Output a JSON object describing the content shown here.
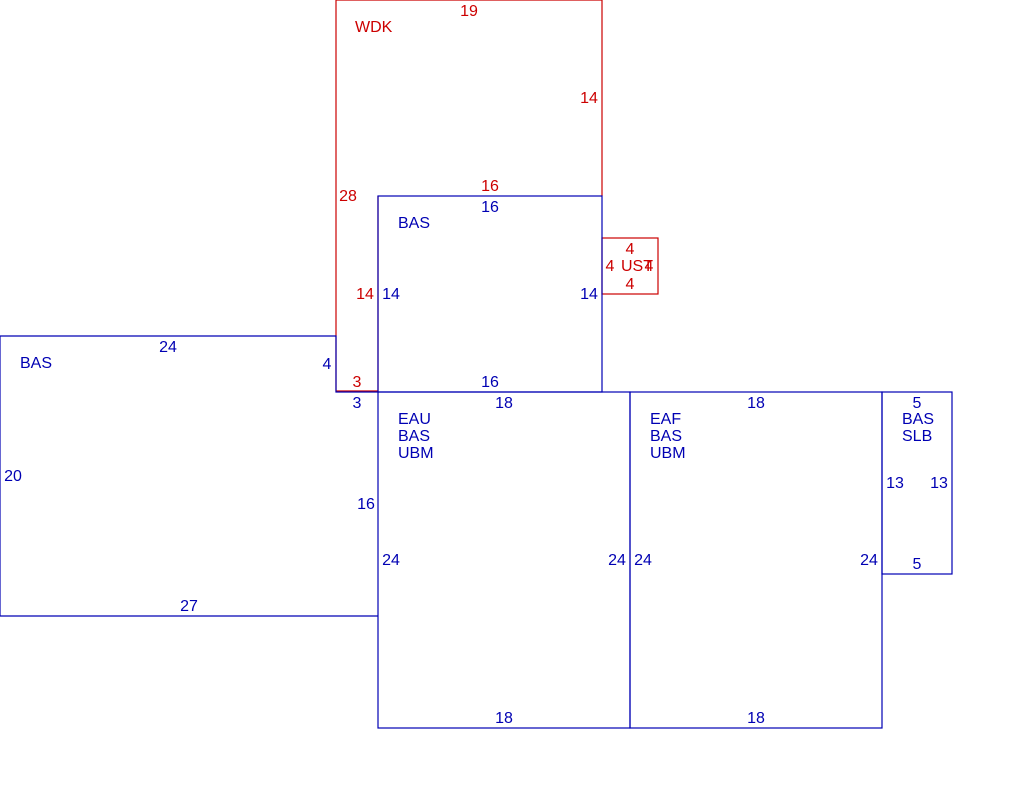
{
  "colors": {
    "upper_floor": "#cc0000",
    "main_floor": "#0000b3"
  },
  "areas": {
    "wdk": {
      "label": "WDK",
      "top": "19",
      "right": "14",
      "left": "28",
      "bottom": "16",
      "left_lower": "14",
      "bottom_left": "3"
    },
    "bas_center": {
      "label": "BAS",
      "top": "16",
      "left": "14",
      "right": "14",
      "bottom": "16"
    },
    "ust": {
      "label": "UST",
      "top": "4",
      "left": "4",
      "right": "4",
      "bottom": "4"
    },
    "bas_left": {
      "label": "BAS",
      "top": "24",
      "left": "20",
      "right": "4",
      "bottom": "27"
    },
    "eau": {
      "label_lines": [
        "EAU",
        "BAS",
        "UBM"
      ],
      "top": "18",
      "left": "24",
      "right": "24",
      "bottom": "18",
      "step_top": "3",
      "step_side": "16"
    },
    "eaf": {
      "label_lines": [
        "EAF",
        "BAS",
        "UBM"
      ],
      "top": "18",
      "left": "24",
      "right": "24",
      "bottom": "18"
    },
    "slb": {
      "label_lines": [
        "BAS",
        "SLB"
      ],
      "top": "5",
      "left": "13",
      "right": "13",
      "bottom": "5"
    }
  }
}
